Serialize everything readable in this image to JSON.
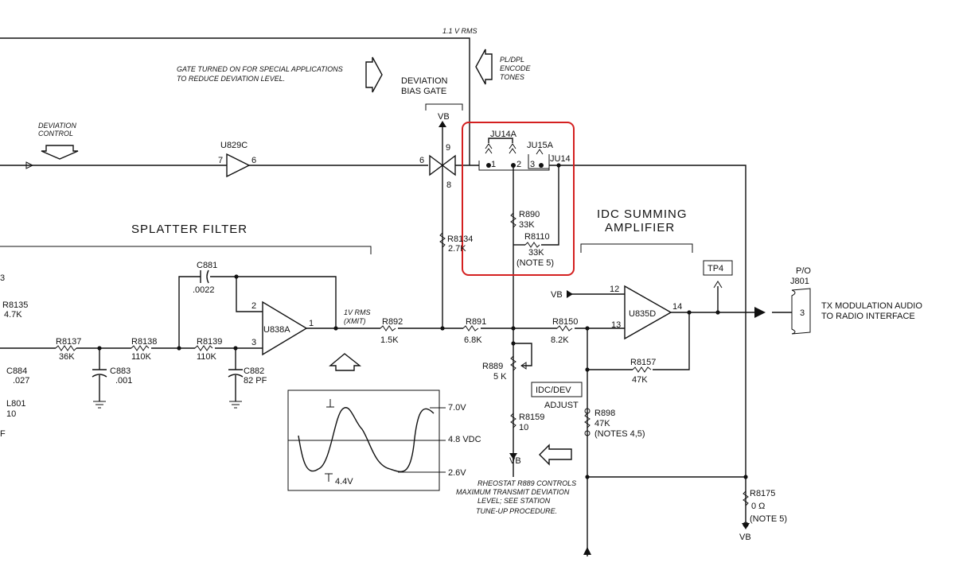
{
  "labels": {
    "rms_top": "1.1 V RMS",
    "gate_note_1": "GATE TURNED ON FOR SPECIAL APPLICATIONS",
    "gate_note_2": "TO REDUCE DEVIATION LEVEL.",
    "pl_1": "PL/DPL",
    "pl_2": "ENCODE",
    "pl_3": "TONES",
    "dev_bias_1": "DEVIATION",
    "dev_bias_2": "BIAS GATE",
    "dev_ctrl_1": "DEVIATION",
    "dev_ctrl_2": "CONTROL",
    "u829c": "U829C",
    "vb_gate": "VB",
    "pin9": "9",
    "pin6_gate": "6",
    "pin8": "8",
    "pin7": "7",
    "pin6_buf": "6",
    "ju14a": "JU14A",
    "ju15a": "JU15A",
    "ju14": "JU14",
    "ju_pin1": "1",
    "ju_pin2": "2",
    "ju_pin3": "3",
    "r890": "R890",
    "r890_val": "33K",
    "r8110": "R8110",
    "r8110_val": "33K",
    "note5_ju": "(NOTE 5)",
    "splatter": "SPLATTER  FILTER",
    "idc_1": "IDC SUMMING",
    "idc_2": "AMPLIFIER",
    "tp4": "TP4",
    "po": "P/O",
    "j801": "J801",
    "j801_pin": "3",
    "tx_1": "TX MODULATION AUDIO",
    "tx_2": "TO RADIO INTERFACE",
    "c881": "C881",
    "c881_val": ".0022",
    "r8134": "R8134",
    "r8134_val": "2.7K",
    "r8135": "R8135",
    "r8135_val": "4.7K",
    "rms_xmit_1": "1V RMS",
    "rms_xmit_2": "(XMIT)",
    "r892": "R892",
    "r892_val": "1.5K",
    "r891": "R891",
    "r891_val": "6.8K",
    "r8150": "R8150",
    "r8150_val": "8.2K",
    "vb_amp": "VB",
    "pin12": "12",
    "pin13": "13",
    "pin14": "14",
    "u835d": "U835D",
    "u838a": "U838A",
    "pin2_u838": "2",
    "pin3_u838": "3",
    "pin1_u838": "1",
    "r8137": "R8137",
    "r8137_val": "36K",
    "r8138": "R8138",
    "r8138_val": "110K",
    "r8139": "R8139",
    "r8139_val": "110K",
    "c884": "C884",
    "c884_val": ".027",
    "c883": "C883",
    "c883_val": ".001",
    "c882": "C882",
    "c882_val": "82 PF",
    "l801": "L801",
    "l801_val": "10",
    "r889": "R889",
    "r889_val": "5 K",
    "r8157": "R8157",
    "r8157_val": "47K",
    "idc_dev": "IDC/DEV",
    "adjust": "ADJUST",
    "r898": "R898",
    "r898_val": "47K",
    "r898_note": "(NOTES 4,5)",
    "r8159": "R8159",
    "r8159_val": "10",
    "vb_r8159": "VB",
    "r8175": "R8175",
    "r8175_val": "0 Ω",
    "r8175_note": "(NOTE 5)",
    "vb_r8175": "VB",
    "scope_7v": "7.0V",
    "scope_48": "4.8 VDC",
    "scope_26": "2.6V",
    "scope_44": "4.4V",
    "rheo_1": "RHEOSTAT R889 CONTROLS",
    "rheo_2": "MAXIMUM TRANSMIT DEVIATION",
    "rheo_3": "LEVEL; SEE STATION",
    "rheo_4": "TUNE-UP PROCEDURE.",
    "left_b": "3",
    "left_f": "F"
  },
  "colors": {
    "ink": "#111111",
    "highlight": "#d42020",
    "background": "#ffffff"
  }
}
